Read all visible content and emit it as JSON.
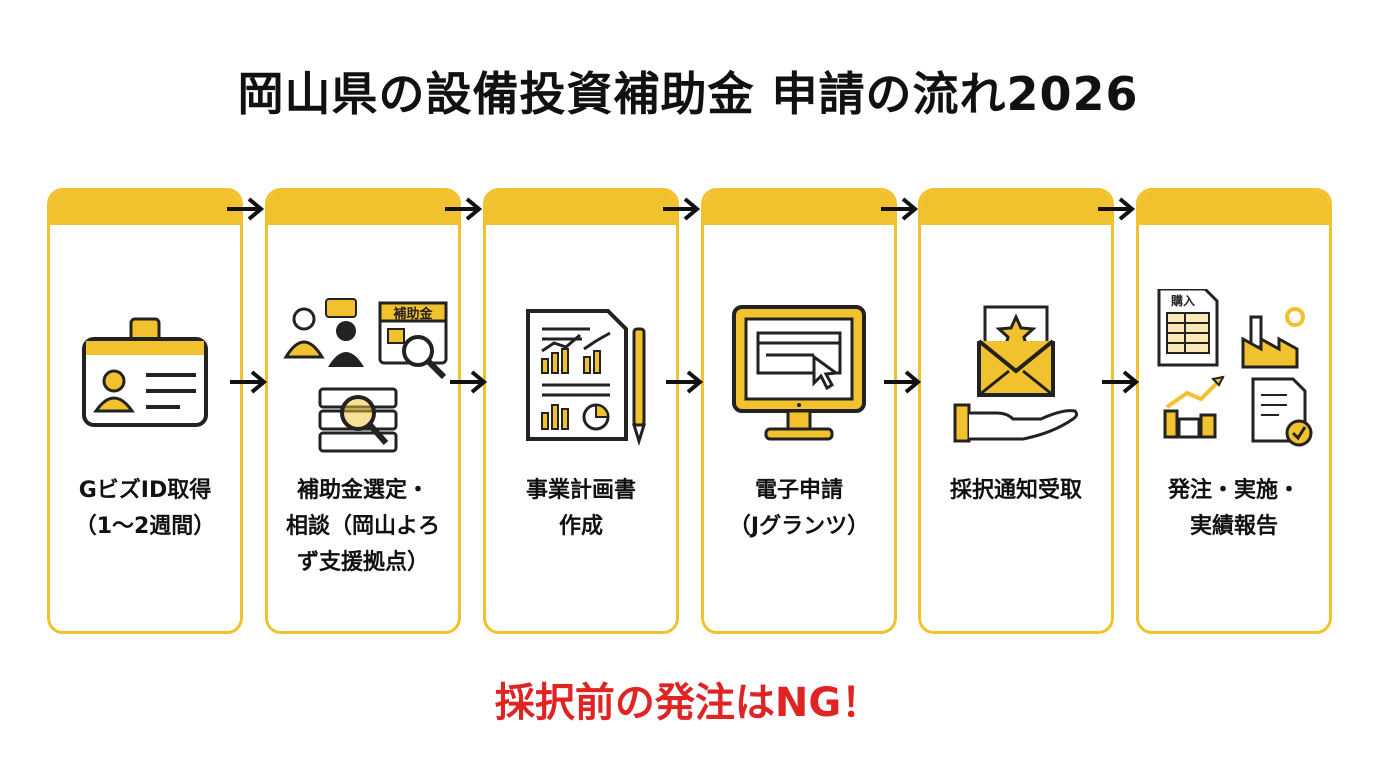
{
  "title": "岡山県の設備投資補助金 申請の流れ2026",
  "steps": [
    {
      "label": "GビズID取得\n（1〜2週間）",
      "icon": "id-card-icon"
    },
    {
      "label": "補助金選定・\n相談（岡山よろ\nず支援拠点）",
      "icon": "consultation-icon",
      "badge": "補助金"
    },
    {
      "label": "事業計画書\n作成",
      "icon": "business-plan-icon"
    },
    {
      "label": "電子申請\n（Jグランツ）",
      "icon": "computer-monitor-icon"
    },
    {
      "label": "採択通知受取",
      "icon": "notification-envelope-icon"
    },
    {
      "label": "発注・実施・\n実績報告",
      "icon": "order-report-icon",
      "badge": "購入"
    }
  ],
  "warning": "採択前の発注はNG！",
  "colors": {
    "accent": "#f2c12e",
    "warning": "#e02424",
    "text": "#111111"
  }
}
